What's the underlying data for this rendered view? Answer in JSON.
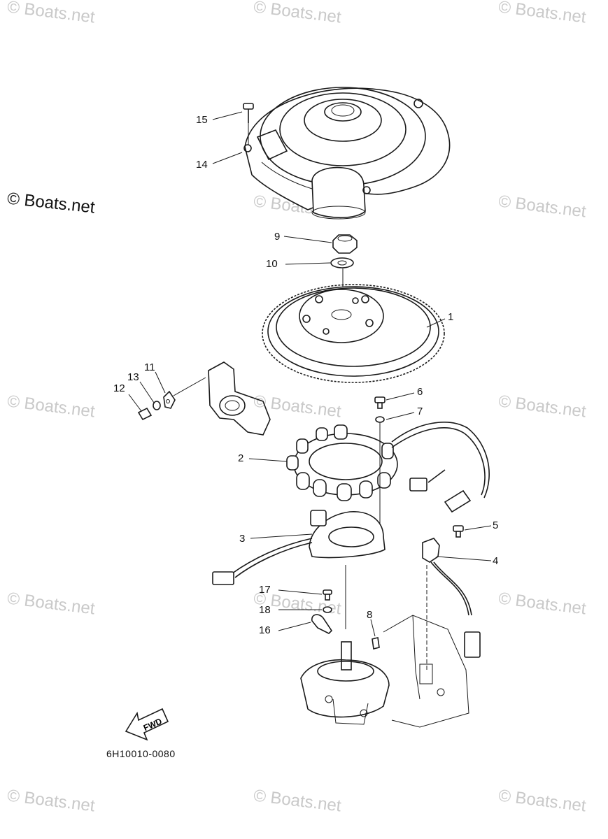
{
  "watermark": "© Boats.net",
  "brand_watermark": "© Boats.net",
  "diagram_code": "6H10010-0080",
  "fwd_label": "FWD",
  "callouts": [
    "1",
    "2",
    "3",
    "4",
    "5",
    "6",
    "7",
    "8",
    "9",
    "10",
    "11",
    "12",
    "13",
    "14",
    "15",
    "16",
    "17",
    "18"
  ],
  "colors": {
    "line": "#1a1a1a",
    "watermark": "#c9c9c9",
    "background": "#ffffff"
  }
}
